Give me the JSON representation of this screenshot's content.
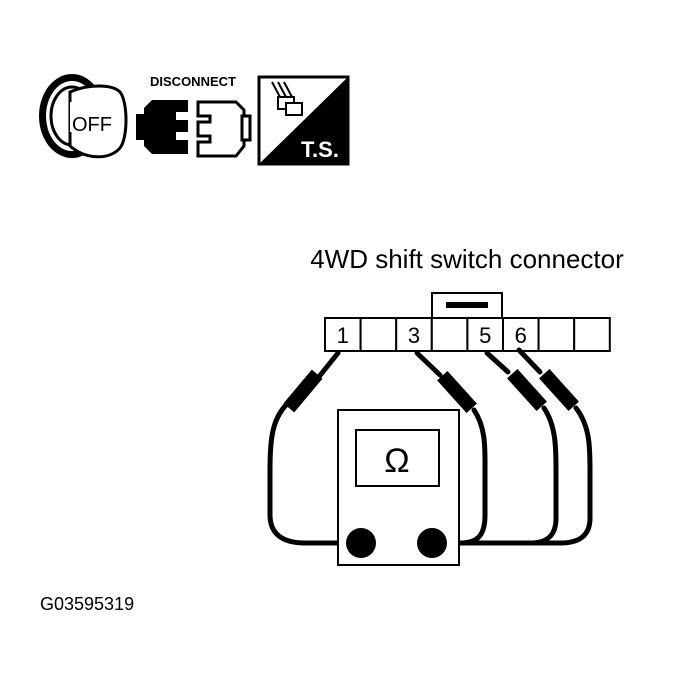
{
  "icons": {
    "key_off": {
      "icon": "ignition-key-icon",
      "text": "OFF"
    },
    "disconnect": {
      "icon": "disconnect-connector-icon",
      "text": "DISCONNECT"
    },
    "ts": {
      "icon": "trouble-shooting-icon",
      "text": "T.S."
    }
  },
  "connector": {
    "title": "4WD shift switch connector",
    "terminals": [
      "1",
      "",
      "3",
      "",
      "5",
      "6",
      "",
      ""
    ]
  },
  "meter": {
    "symbol": "Ω"
  },
  "figure_id": "G03595319"
}
